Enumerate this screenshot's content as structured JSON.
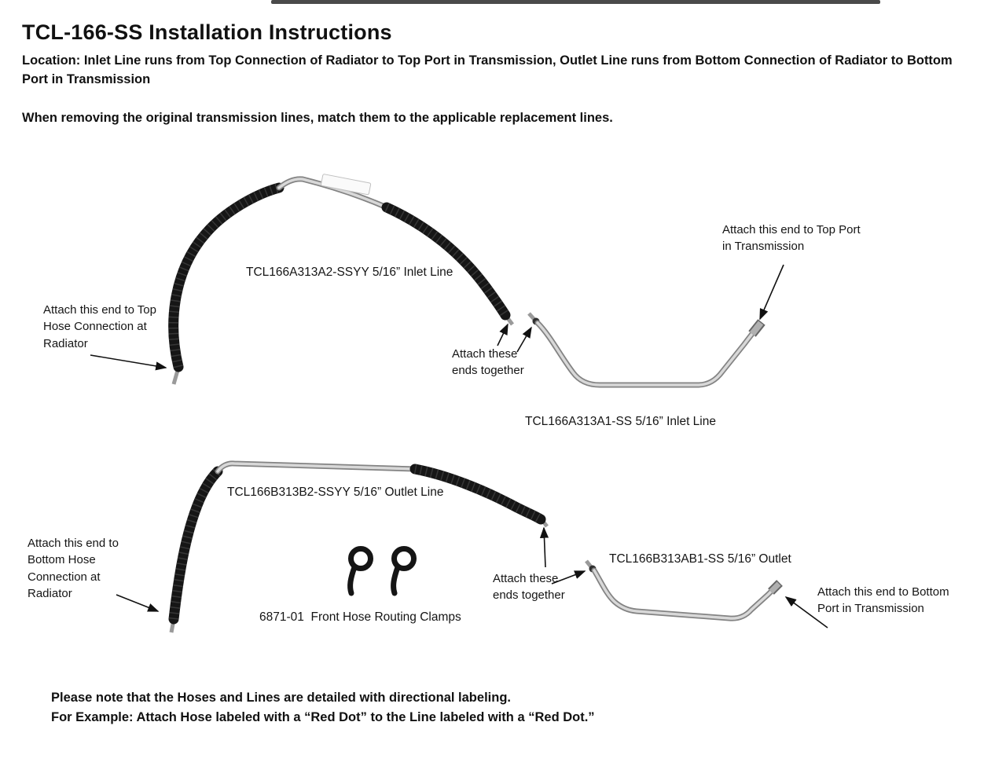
{
  "page": {
    "title": "TCL-166-SS Installation Instructions",
    "location_text": "Location: Inlet Line runs from Top Connection of Radiator to Top Port in Transmission, Outlet Line runs from Bottom Connection of Radiator to Bottom Port in Transmission",
    "intro_text": "When removing the original transmission lines, match them to the applicable replacement lines.",
    "note_line1": "Please note that the Hoses and Lines are detailed with directional labeling.",
    "note_line2": "For Example: Attach Hose labeled with a “Red Dot” to the Line labeled with a “Red Dot.”"
  },
  "diagram": {
    "labels": {
      "inlet_hose": "TCL166A313A2-SSYY 5/16” Inlet Line",
      "inlet_tube": "TCL166A313A1-SS 5/16” Inlet Line",
      "outlet_hose": "TCL166B313B2-SSYY 5/16” Outlet Line",
      "outlet_tube": "TCL166B313AB1-SS 5/16” Outlet",
      "clamps": "6871-01  Front Hose Routing Clamps"
    },
    "annotations": {
      "top_radiator": "Attach this end to Top Hose Connection at Radiator",
      "inlet_ends_together": "Attach these ends together",
      "top_transmission": "Attach this end to Top Port in Transmission",
      "bottom_radiator": "Attach this end to Bottom Hose Connection at Radiator",
      "outlet_ends_together": "Attach these ends together",
      "bottom_transmission": "Attach this end to Bottom Port in Transmission"
    }
  }
}
